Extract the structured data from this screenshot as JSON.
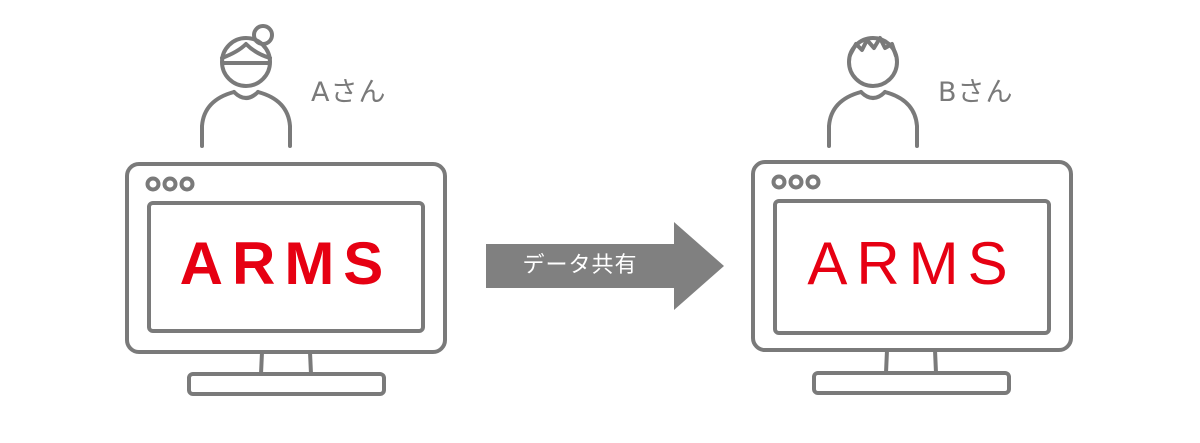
{
  "left": {
    "person_label": "Aさん",
    "screen_brand": "ARMS"
  },
  "right": {
    "person_label": "Bさん",
    "screen_brand": "ARMS"
  },
  "arrow": {
    "label": "データ共有"
  },
  "colors": {
    "outline": "#7a7a7a",
    "brand_red": "#e60012",
    "arrow_fill": "#808080"
  }
}
